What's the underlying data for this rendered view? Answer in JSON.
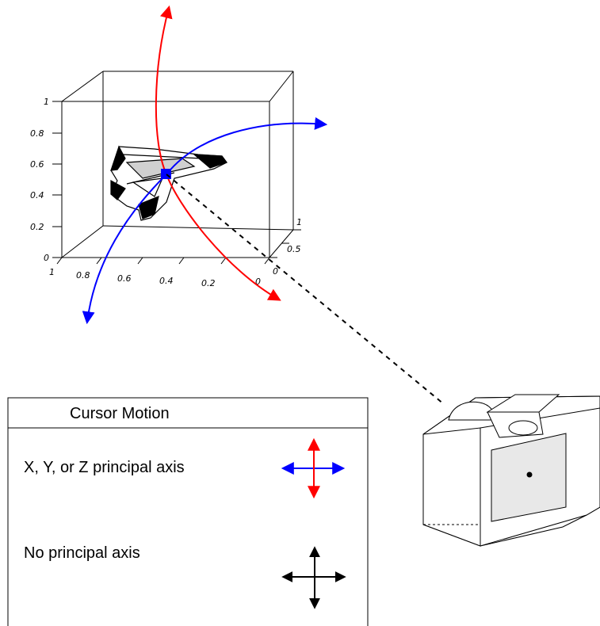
{
  "plot": {
    "z_ticks": [
      "1",
      "0.8",
      "0.6",
      "0.4",
      "0.2",
      "0"
    ],
    "x_ticks": [
      "1",
      "0.8",
      "0.6",
      "0.4",
      "0.2",
      "0"
    ],
    "y_ticks": [
      "1",
      "0.5",
      "0"
    ]
  },
  "legend": {
    "title": "Cursor Motion",
    "row1_label": "X, Y, or Z principal axis",
    "row2_label": "No principal axis"
  },
  "colors": {
    "vertical_axis": "#ff0000",
    "horizontal_axis": "#0000ff",
    "outline": "#000000",
    "camera_face": "#e8e8e8"
  },
  "icons": [
    "red-arc-arrow",
    "blue-arc-arrow",
    "camera",
    "shuttle",
    "cross-arrows"
  ]
}
